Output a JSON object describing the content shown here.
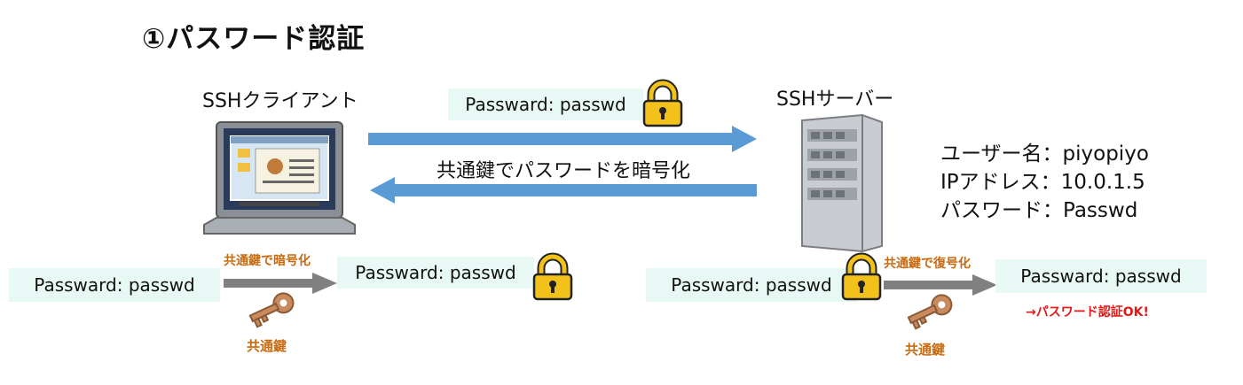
{
  "title": "①パスワード認証",
  "client": {
    "label": "SSHクライアント"
  },
  "server": {
    "label": "SSHサーバー",
    "info": [
      "ユーザー名：piyopiyo",
      "IPアドレス：10.0.1.5",
      "パスワード：Passwd"
    ]
  },
  "top_message": "Passward:  passwd",
  "middle_text": "共通鍵でパスワードを暗号化",
  "left_flow": {
    "plain": "Passward:  passwd",
    "action": "共通鍵で暗号化",
    "encrypted": "Passward:  passwd",
    "key_label": "共通鍵"
  },
  "right_flow": {
    "encrypted": "Passward:  passwd",
    "action": "共通鍵で復号化",
    "decrypted": "Passward:  passwd",
    "result": "→パスワード認証OK!",
    "key_label": "共通鍵"
  },
  "colors": {
    "arrow_blue": "#5b9bd5",
    "arrow_gray": "#808080",
    "box_fill": "#e8f8f4",
    "lock_gold": "#f2c21a",
    "key_brown": "#c98a5e",
    "accent_orange": "#c86a12",
    "ok_red": "#e01818"
  },
  "icons": [
    "laptop-icon",
    "server-icon",
    "lock-icon",
    "key-icon"
  ]
}
